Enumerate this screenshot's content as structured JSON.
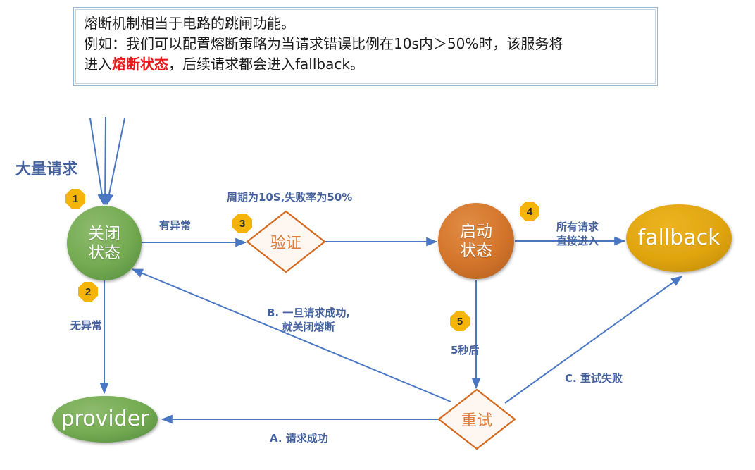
{
  "note": {
    "lines": [
      {
        "text": "熔断机制相当于电路的跳闸功能。"
      },
      {
        "text": "例如：我们可以配置熔断策略为当请求错误比例在10s内＞50%时，该服务将"
      }
    ],
    "line3_prefix": "进入",
    "line3_highlight": "熔断状态",
    "line3_suffix": "，后续请求都会进入fallback。",
    "border_color": "#9bb7d4",
    "highlight_color": "#e8191b"
  },
  "nodes": {
    "closed_state": {
      "label_line1": "关闭",
      "label_line2": "状态",
      "color": "#6aa84f"
    },
    "verify": {
      "label": "验证",
      "color": "#e07b39"
    },
    "open_state": {
      "label_line1": "启动",
      "label_line2": "状态",
      "color": "#d2691e"
    },
    "fallback": {
      "label": "fallback",
      "color": "#e0a61b"
    },
    "provider": {
      "label": "provider",
      "color": "#6aa84f"
    },
    "retry": {
      "label": "重试",
      "color": "#e07b39"
    }
  },
  "badges": [
    {
      "number": "1"
    },
    {
      "number": "2"
    },
    {
      "number": "3"
    },
    {
      "number": "4"
    },
    {
      "number": "5"
    }
  ],
  "edge_labels": {
    "incoming_requests": "大量请求",
    "has_exception": "有异常",
    "period_failure_rate": "周期为10S,失败率为50%",
    "all_requests_line1": "所有请求",
    "all_requests_line2": "直接进入",
    "no_exception": "无异常",
    "close_fuse_line1": "B. 一旦请求成功,",
    "close_fuse_line2": "就关闭熔断",
    "after_5s": "5秒后",
    "request_success": "A. 请求成功",
    "retry_failed": "C. 重试失败"
  },
  "colors": {
    "arrow": "#4a77c4",
    "label_text": "#44619e",
    "badge": "#f5b40a"
  }
}
